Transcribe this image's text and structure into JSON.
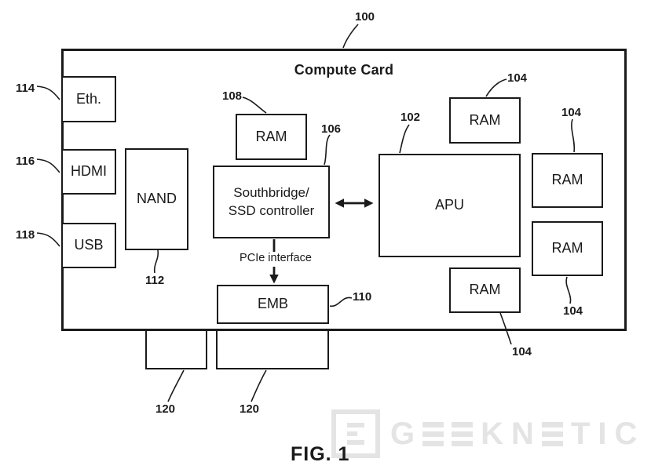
{
  "figure": {
    "caption": "FIG. 1"
  },
  "diagram": {
    "title": "Compute Card",
    "pcie_label": "PCIe interface",
    "blocks": {
      "eth": {
        "label": "Eth.",
        "ref": "114"
      },
      "hdmi": {
        "label": "HDMI",
        "ref": "116"
      },
      "usb": {
        "label": "USB",
        "ref": "118"
      },
      "nand": {
        "label": "NAND",
        "ref": "112"
      },
      "ram_center": {
        "label": "RAM",
        "ref": "108"
      },
      "southbridge": {
        "line1": "Southbridge/",
        "line2": "SSD controller",
        "ref": "106"
      },
      "apu": {
        "label": "APU",
        "ref": "102"
      },
      "ram_top": {
        "label": "RAM",
        "ref": "104"
      },
      "ram_right_upper": {
        "label": "RAM",
        "ref": "104"
      },
      "ram_right_lower": {
        "label": "RAM",
        "ref": "104"
      },
      "ram_bottom": {
        "label": "RAM",
        "ref": "104"
      },
      "emb": {
        "label": "EMB",
        "ref": "110"
      },
      "connector_tab_1": {
        "label": "",
        "ref": "120"
      },
      "connector_tab_2": {
        "label": "",
        "ref": "120"
      }
    },
    "refs": {
      "outer": "100",
      "eth": "114",
      "hdmi": "116",
      "usb": "118",
      "nand": "112",
      "ram_center": "108",
      "southbridge": "106",
      "apu": "102",
      "ram_top": "104",
      "ram_right_upper": "104",
      "ram_right_lower": "104",
      "ram_bottom": "104",
      "emb": "110",
      "tab1": "120",
      "tab2": "120"
    },
    "connections": [
      "southbridge <-> apu (bidirectional arrow)",
      "southbridge -> emb (PCIe interface, downward arrow)"
    ]
  },
  "watermark": {
    "brand": "GEEKNETIC"
  },
  "colors": {
    "line": "#1a1a1a",
    "watermark": "#e4e4e4",
    "background": "#ffffff"
  }
}
